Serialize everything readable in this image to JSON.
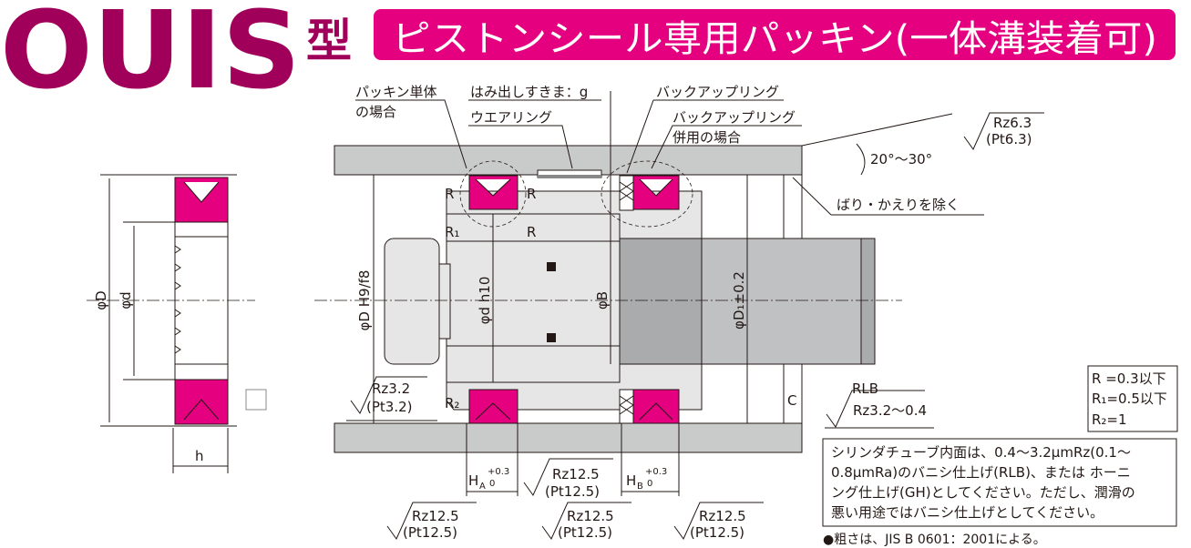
{
  "title": {
    "model": "OUIS",
    "suffix": "型",
    "banner": "ピストンシール専用パッキン(一体溝装着可)"
  },
  "colors": {
    "title": "#a0005a",
    "banner": "#e4007f",
    "seal": "#e4007f"
  },
  "callouts": {
    "packing_only_1": "パッキン単体",
    "packing_only_2": "の場合",
    "extrusion_gap": "はみ出しすきま：g",
    "wear_ring": "ウエアリング",
    "backup_ring": "バックアップリング",
    "backup_combined_1": "バックアップリング",
    "backup_combined_2": "併用の場合",
    "deburr": "ばり・かえりを除く",
    "angle": "20°〜30°"
  },
  "dims": {
    "phiD": "φD",
    "phid": "φd",
    "h": "h",
    "phiD_fit": "φD H9/f8",
    "phid_fit": "φd h10",
    "phiB": "φB",
    "phiD1": "φD₁±0.2",
    "HA": "H",
    "HA_sub": "A",
    "HB": "H",
    "HB_sub": "B",
    "tol_up": "+0.3",
    "tol_lo": "0",
    "C": "C",
    "R": "R",
    "R1": "R₁",
    "R2": "R₂"
  },
  "roughness": {
    "top_rz": "Rz6.3",
    "top_pt": "(Pt6.3)",
    "left_rz": "Rz3.2",
    "left_pt": "(Pt3.2)",
    "rlb": "RLB",
    "rlb_val": "Rz3.2〜0.4",
    "g1_rz": "Rz12.5",
    "g1_pt": "(Pt12.5)",
    "b1_rz": "Rz12.5",
    "b1_pt": "(Pt12.5)",
    "b2_rz": "Rz12.5",
    "b2_pt": "(Pt12.5)",
    "b3_rz": "Rz12.5",
    "b3_pt": "(Pt12.5)"
  },
  "radius_table": [
    "R =0.3以下",
    "R₁=0.5以下",
    "R₂=1"
  ],
  "note": [
    "シリンダチューブ内面は、0.4〜3.2μmRz(0.1〜",
    "0.8μmRa)のバニシ仕上げ(RLB)、または ホーニ",
    "ング仕上げ(GH)としてください。ただし、潤滑の",
    "悪い用途ではバニシ仕上げとしてください。"
  ],
  "footnote": "●粗さは、JIS B 0601：2001による。"
}
